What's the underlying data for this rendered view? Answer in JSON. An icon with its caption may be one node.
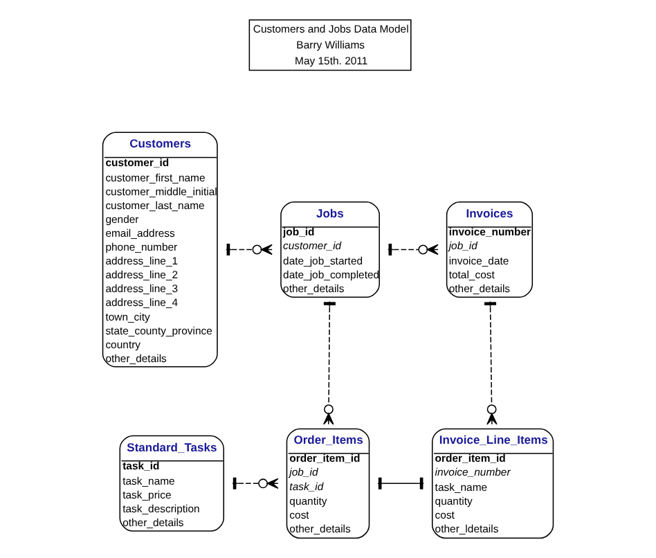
{
  "diagram": {
    "nodes": [
      {
        "text": [
          "Customers",
          "customer_id",
          "customer_first_name",
          "customer_middle_initial",
          "customer_last_name",
          "gender",
          "email_address",
          "phone_number",
          "address_line_1",
          "address_line_2",
          "address_line_3",
          "address_line_4",
          "town_city",
          "state_county_province",
          "country",
          "other_details"
        ]
      },
      {
        "text": [
          "Customers and Jobs Data Model",
          "Barry Williams",
          "May 15th. 2011"
        ]
      },
      {
        "text": [
          "Jobs",
          "job_id",
          "customer_id",
          "date_job_started",
          "date_job_completed",
          "other_details"
        ]
      },
      {
        "text": [
          "Invoices",
          "invoice_number",
          "job_id",
          "invoice_date",
          "total_cost",
          "other_details"
        ]
      },
      {
        "text": [
          "Standard_Tasks",
          "task_id",
          "task_name",
          "task_price",
          "task_description",
          "other_details"
        ]
      },
      {
        "text": [
          "Order_Items",
          "order_item_id",
          "job_id",
          "task_id",
          "quantity",
          "cost",
          "other_details"
        ]
      },
      {
        "text": [
          "Invoice_Line_Items",
          "order_item_id",
          "invoice_number",
          "task_name",
          "quantity",
          "cost",
          "other_ldetails"
        ]
      }
    ],
    "edges": [
      {
        "from": 0,
        "to": 2,
        "arrow": "other",
        "style": "dashed"
      },
      {
        "from": 2,
        "to": 3,
        "arrow": "other",
        "style": "dashed"
      },
      {
        "from": 2,
        "to": 5,
        "arrow": "other",
        "style": "dashed"
      },
      {
        "from": 3,
        "to": 6,
        "arrow": "other",
        "style": "dashed"
      },
      {
        "from": 4,
        "to": 5,
        "arrow": "other",
        "style": "dashed"
      },
      {
        "from": 5,
        "to": 6,
        "arrow": "other"
      }
    ]
  }
}
